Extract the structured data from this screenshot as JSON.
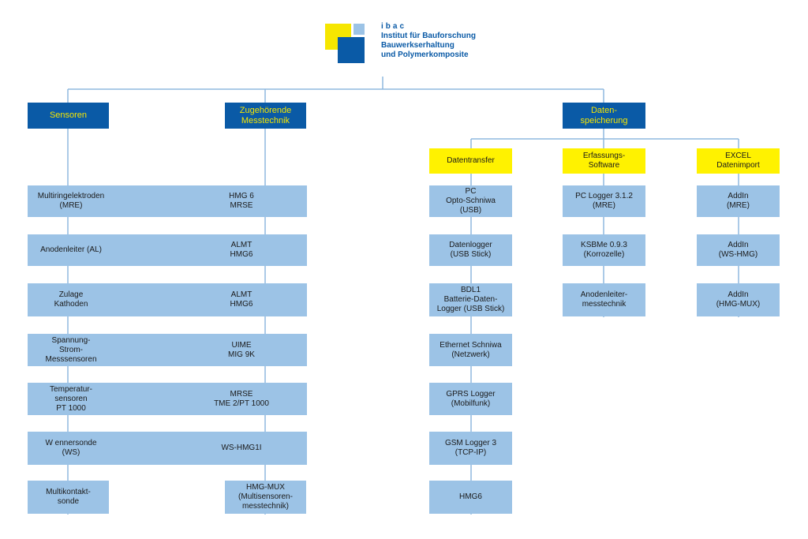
{
  "logo": {
    "abbr": "ibac",
    "line1": "Institut für Bauforschung",
    "line2": "Bauwerkserhaltung",
    "line3": "und Polymerkomposite"
  },
  "headers": {
    "sensoren": "Sensoren",
    "messtechnik": "Zugehörende\nMesstechnik",
    "datenspeicherung": "Daten-\nspeicherung"
  },
  "subheaders": {
    "datentransfer": "Datentransfer",
    "erfassung": "Erfassungs-\nSoftware",
    "excel": "EXCEL\nDatenimport"
  },
  "sensor_rows": [
    {
      "sensor": "Multiringelektroden\n(MRE)",
      "tech": "HMG 6\nMRSE"
    },
    {
      "sensor": "Anodenleiter (AL)",
      "tech": "ALMT\nHMG6"
    },
    {
      "sensor": "Zulage\nKathoden",
      "tech": "ALMT\nHMG6"
    },
    {
      "sensor": "Spannung-\nStrom-\nMesssensoren",
      "tech": "UIME\nMIG 9K"
    },
    {
      "sensor": "Temperatur-\nsensoren\nPT 1000",
      "tech": "MRSE\nTME 2/PT 1000"
    },
    {
      "sensor": "W ennersonde\n(WS)",
      "tech": "WS-HMG1I"
    },
    {
      "sensor": "Multikontakt-\nsonde",
      "tech": "HMG-MUX\n(Multisensoren-\nmesstechnik)"
    }
  ],
  "datentransfer_items": [
    "PC\nOpto-Schniwa\n(USB)",
    "Datenlogger\n(USB Stick)",
    "BDL1\nBatterie-Daten-\nLogger (USB Stick)",
    "Ethernet Schniwa\n(Netzwerk)",
    "GPRS Logger\n(Mobilfunk)",
    "GSM Logger 3\n(TCP-IP)",
    "HMG6"
  ],
  "erfassung_items": [
    "PC Logger 3.1.2\n(MRE)",
    "KSBMe 0.9.3\n(Korrozelle)",
    "Anodenleiter-\nmesstechnik"
  ],
  "excel_items": [
    "AddIn\n(MRE)",
    "AddIn\n(WS-HMG)",
    "AddIn\n(HMG-MUX)"
  ],
  "colors": {
    "dark_blue": "#0a5aa6",
    "light_blue": "#9cc3e6",
    "yellow": "#fff200",
    "line": "#8fb8df"
  }
}
